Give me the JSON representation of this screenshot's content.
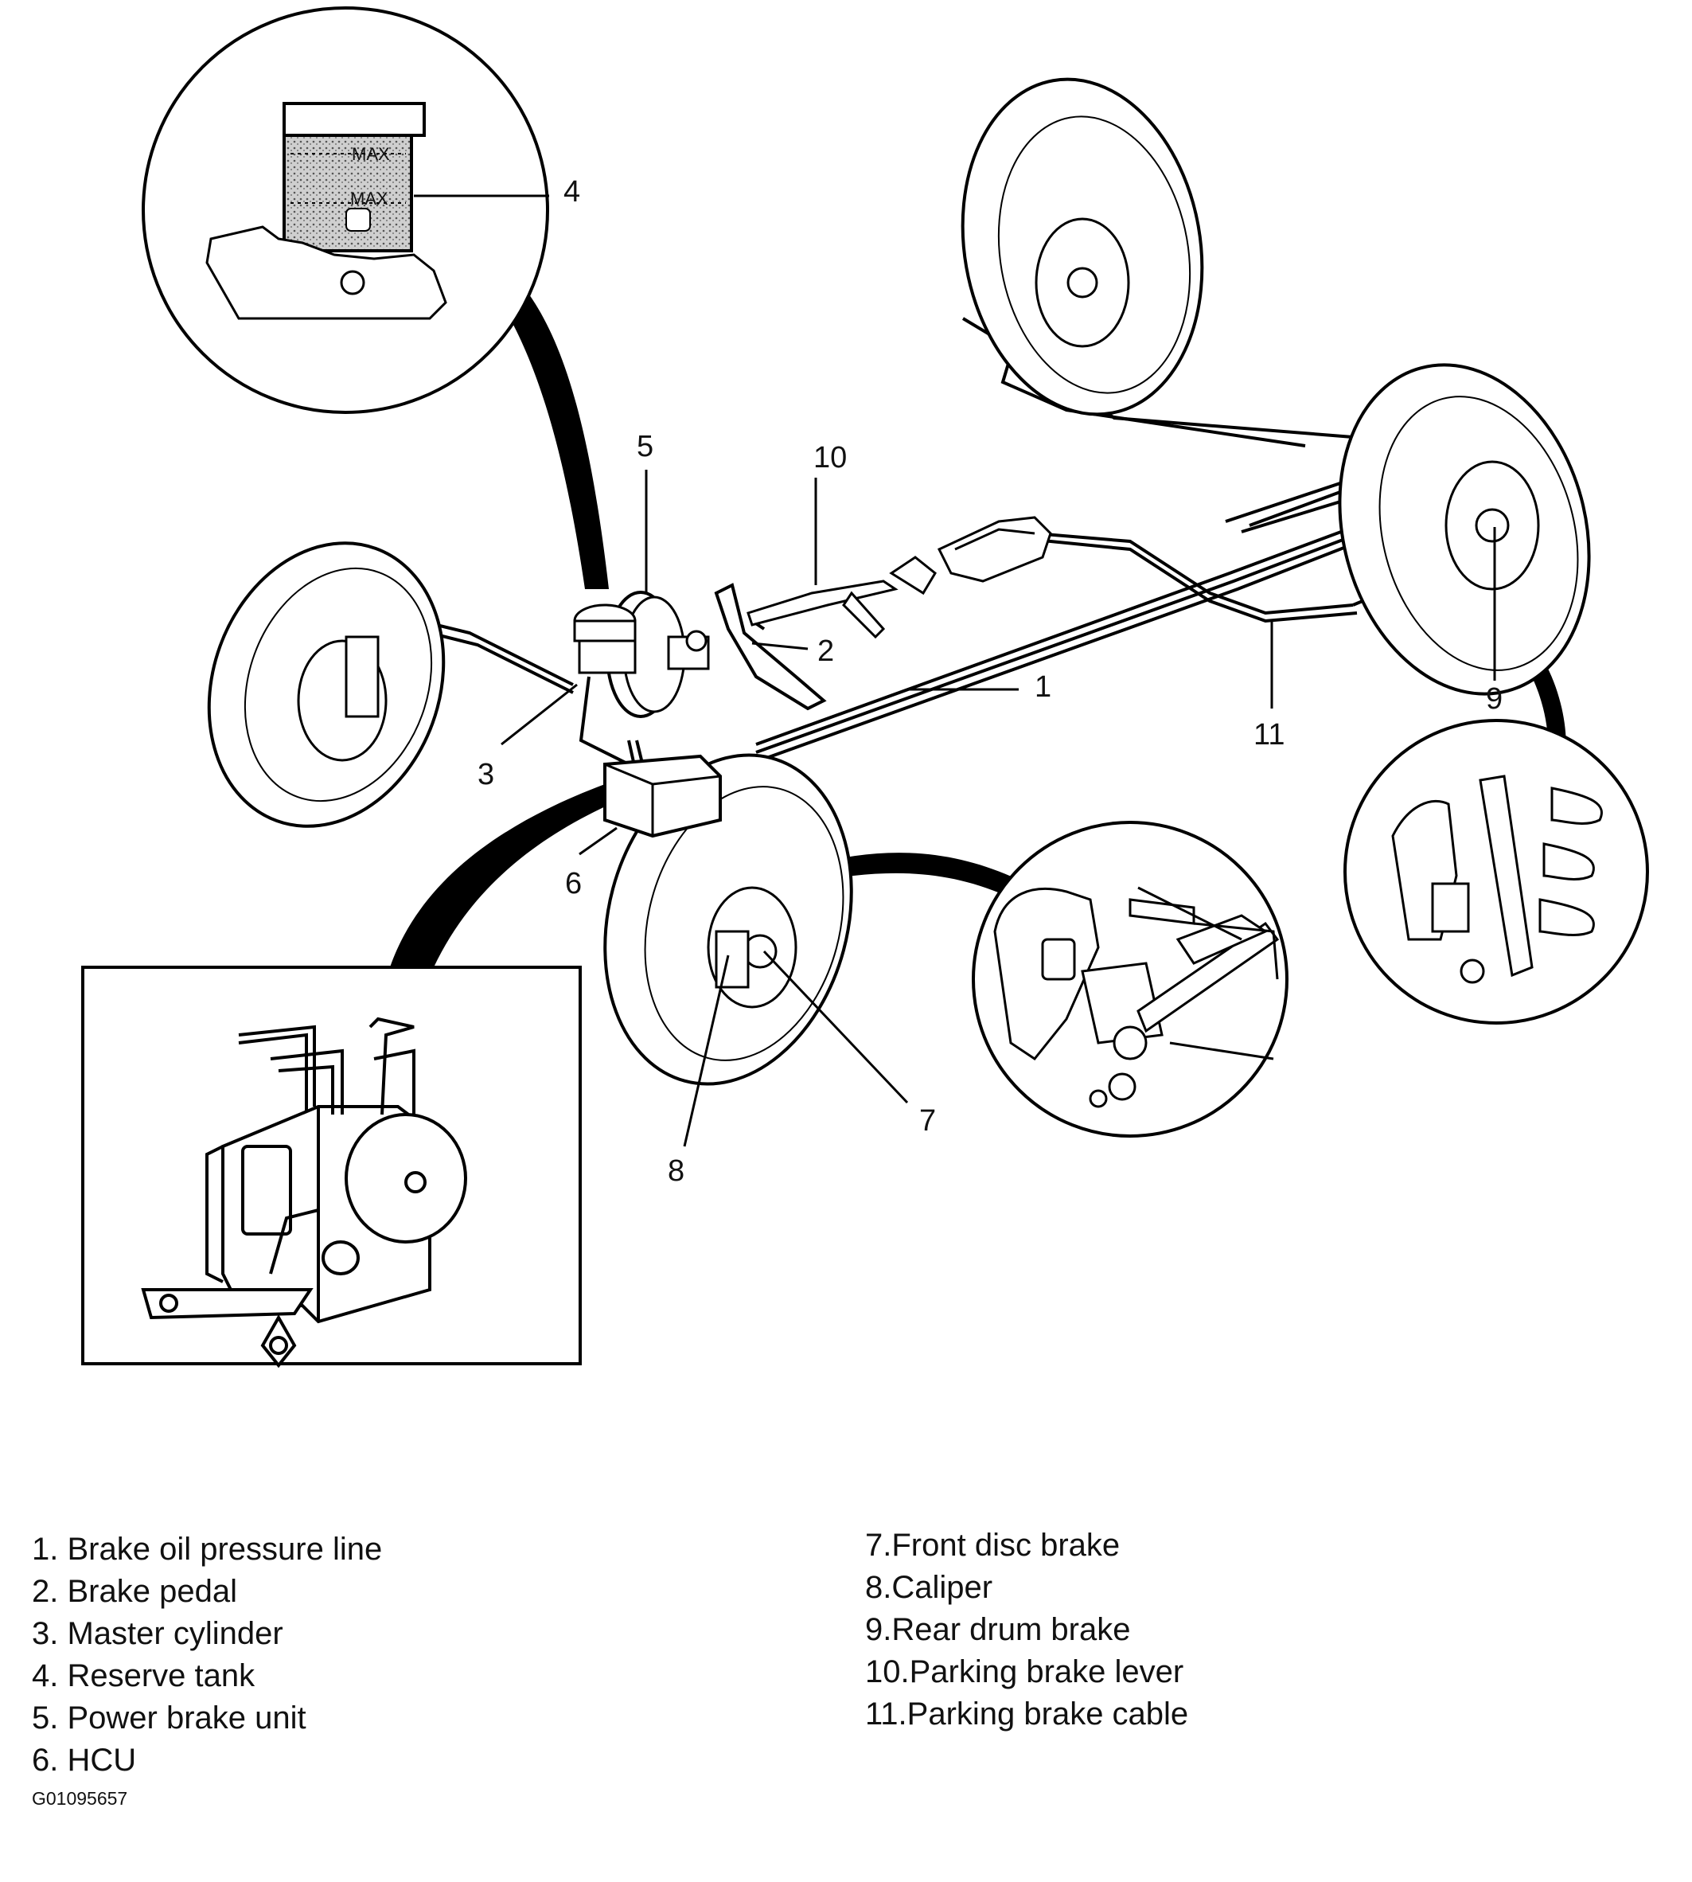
{
  "inset": {
    "reservoir_max_upper": "MAX",
    "reservoir_max_lower": "MAX"
  },
  "callouts": {
    "n1": "1",
    "n2": "2",
    "n3": "3",
    "n4": "4",
    "n5": "5",
    "n6": "6",
    "n7": "7",
    "n8": "8",
    "n9": "9",
    "n10": "10",
    "n11": "11"
  },
  "legend": {
    "left": [
      "1. Brake oil pressure line",
      "2. Brake pedal",
      "3. Master cylinder",
      "4. Reserve tank",
      "5. Power brake unit",
      "6. HCU"
    ],
    "right": [
      "7.Front disc brake",
      "8.Caliper",
      "9.Rear drum brake",
      "10.Parking brake lever",
      "11.Parking brake cable"
    ]
  },
  "figure_code": "G01095657"
}
